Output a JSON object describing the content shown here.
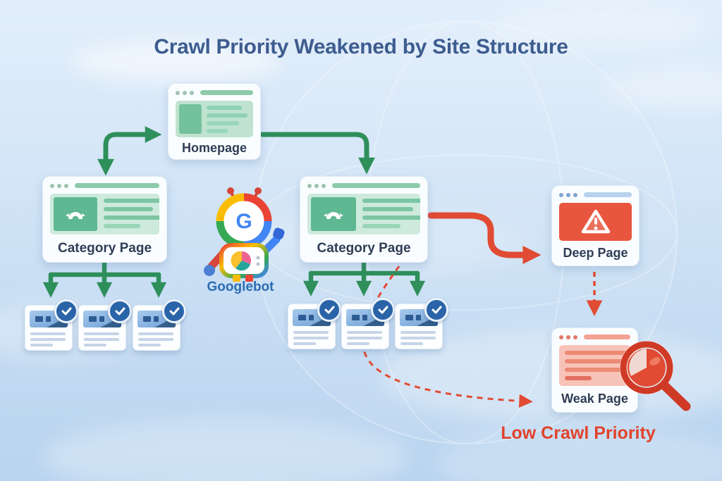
{
  "title": "Crawl Priority Weakened by Site Structure",
  "annotations": {
    "low_crawl_priority": "Low Crawl Priority"
  },
  "nodes": {
    "homepage": {
      "label": "Homepage",
      "theme": "green-browser"
    },
    "category_left": {
      "label": "Category Page",
      "theme": "green-browser"
    },
    "category_right": {
      "label": "Category Page",
      "theme": "green-browser"
    },
    "deep_page": {
      "label": "Deep Page",
      "theme": "red-warning"
    },
    "weak_page": {
      "label": "Weak Page",
      "theme": "red-faded"
    },
    "googlebot": {
      "label": "Googlebot",
      "logo_letter": "G"
    }
  },
  "crawled_pages": {
    "left_group_count": 3,
    "right_group_count": 3,
    "badge": "check-circle"
  },
  "edges": [
    {
      "from": "category_left",
      "to": "homepage",
      "style": "solid-elbow",
      "color": "green",
      "double_headed": true
    },
    {
      "from": "homepage",
      "to": "category_right",
      "style": "solid-elbow",
      "color": "green"
    },
    {
      "from": "category_left",
      "to": "subpages_left",
      "style": "solid-branch",
      "color": "green",
      "branches": 3
    },
    {
      "from": "category_right",
      "to": "subpages_right",
      "style": "solid-branch",
      "color": "green",
      "branches": 3
    },
    {
      "from": "category_right",
      "to": "deep_page",
      "style": "solid-s-curve",
      "color": "red"
    },
    {
      "from": "deep_page",
      "to": "weak_page",
      "style": "dashed",
      "color": "red"
    },
    {
      "from": "category_right",
      "to": "weak_page",
      "style": "dashed-curve",
      "color": "red"
    }
  ],
  "icons": [
    "warning-triangle-icon",
    "magnifier-icon",
    "check-circle-icon",
    "googlebot-robot-icon",
    "browser-window-icon",
    "image-placeholder-icon"
  ],
  "colors": {
    "background": "#d3e5f7",
    "title_text": "#3d5c8f",
    "label_text": "#2f3d55",
    "green_arrow": "#2f8f5b",
    "green_panel": "#c9e8d8",
    "green_block": "#5eb892",
    "red_arrow": "#e14b33",
    "red_panel": "#e8563f",
    "pink_panel": "#f7c3b8",
    "check_badge": "#2a64a8",
    "googlebot_label_text": "#2b6cb3",
    "low_priority_text": "#e0432c"
  }
}
